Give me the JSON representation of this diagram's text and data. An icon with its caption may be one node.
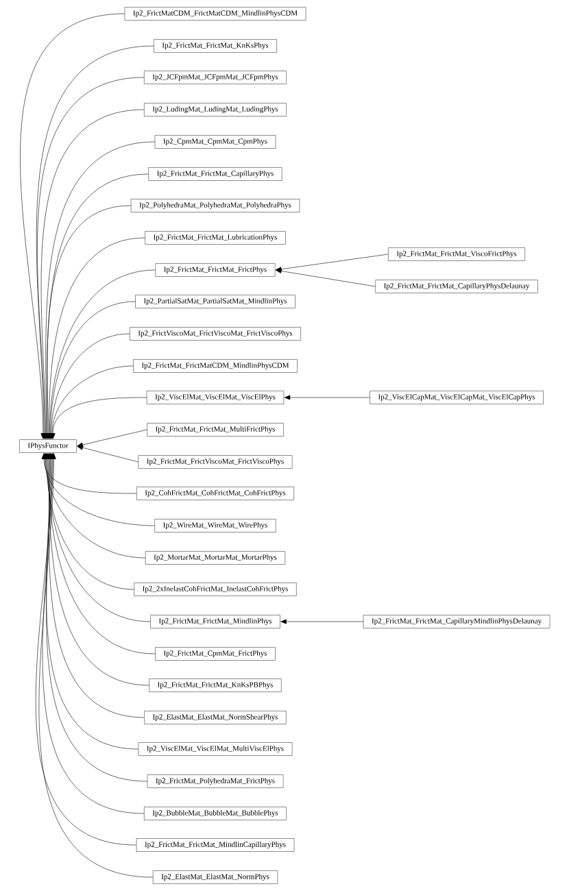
{
  "diagram": {
    "nodes": [
      {
        "text": [
          "IPhysFunctor"
        ]
      },
      {
        "text": [
          "Ip2_FrictMatCDM_FrictMatCDM_MindlinPhysCDM"
        ]
      },
      {
        "text": [
          "Ip2_FrictMat_FrictMat_KnKsPhys"
        ]
      },
      {
        "text": [
          "Ip2_JCFpmMat_JCFpmMat_JCFpmPhys"
        ]
      },
      {
        "text": [
          "Ip2_LudingMat_LudingMat_LudingPhys"
        ]
      },
      {
        "text": [
          "Ip2_CpmMat_CpmMat_CpmPhys"
        ]
      },
      {
        "text": [
          "Ip2_FrictMat_FrictMat_CapillaryPhys"
        ]
      },
      {
        "text": [
          "Ip2_PolyhedraMat_PolyhedraMat_PolyhedraPhys"
        ]
      },
      {
        "text": [
          "Ip2_FrictMat_FrictMat_LubricationPhys"
        ]
      },
      {
        "text": [
          "Ip2_FrictMat_FrictMat_FrictPhys"
        ]
      },
      {
        "text": [
          "Ip2_PartialSatMat_PartialSatMat_MindlinPhys"
        ]
      },
      {
        "text": [
          "Ip2_FrictViscoMat_FrictViscoMat_FrictViscoPhys"
        ]
      },
      {
        "text": [
          "Ip2_FrictMat_FrictMatCDM_MindlinPhysCDM"
        ]
      },
      {
        "text": [
          "Ip2_ViscElMat_ViscElMat_ViscElPhys"
        ]
      },
      {
        "text": [
          "Ip2_FrictMat_FrictMat_MultiFrictPhys"
        ]
      },
      {
        "text": [
          "Ip2_FrictMat_FrictViscoMat_FrictViscoPhys"
        ]
      },
      {
        "text": [
          "Ip2_CohFrictMat_CohFrictMat_CohFrictPhys"
        ]
      },
      {
        "text": [
          "Ip2_WireMat_WireMat_WirePhys"
        ]
      },
      {
        "text": [
          "Ip2_MortarMat_MortarMat_MortarPhys"
        ]
      },
      {
        "text": [
          "Ip2_2xInelastCohFrictMat_InelastCohFrictPhys"
        ]
      },
      {
        "text": [
          "Ip2_FrictMat_FrictMat_MindlinPhys"
        ]
      },
      {
        "text": [
          "Ip2_FrictMat_CpmMat_FrictPhys"
        ]
      },
      {
        "text": [
          "Ip2_FrictMat_FrictMat_KnKsPBPhys"
        ]
      },
      {
        "text": [
          "Ip2_ElastMat_ElastMat_NormShearPhys"
        ]
      },
      {
        "text": [
          "Ip2_ViscElMat_ViscElMat_MultiViscElPhys"
        ]
      },
      {
        "text": [
          "Ip2_FrictMat_PolyhedraMat_FrictPhys"
        ]
      },
      {
        "text": [
          "Ip2_BubbleMat_BubbleMat_BubblePhys"
        ]
      },
      {
        "text": [
          "Ip2_FrictMat_FrictMat_MindlinCapillaryPhys"
        ]
      },
      {
        "text": [
          "Ip2_ElastMat_ElastMat_NormPhys"
        ]
      },
      {
        "text": [
          "Ip2_FrictMat_FrictMat_ViscoFrictPhys"
        ]
      },
      {
        "text": [
          "Ip2_FrictMat_FrictMat_CapillaryPhysDelaunay"
        ]
      },
      {
        "text": [
          "Ip2_ViscElCapMat_ViscElCapMat_ViscElCapPhys"
        ]
      },
      {
        "text": [
          "Ip2_FrictMat_FrictMat_CapillaryMindlinPhysDelaunay"
        ]
      }
    ],
    "edges": [
      {
        "from": 1,
        "to": 0,
        "arrow": "to"
      },
      {
        "from": 2,
        "to": 0,
        "arrow": "to"
      },
      {
        "from": 3,
        "to": 0,
        "arrow": "to"
      },
      {
        "from": 4,
        "to": 0,
        "arrow": "to"
      },
      {
        "from": 5,
        "to": 0,
        "arrow": "to"
      },
      {
        "from": 6,
        "to": 0,
        "arrow": "to"
      },
      {
        "from": 7,
        "to": 0,
        "arrow": "to"
      },
      {
        "from": 8,
        "to": 0,
        "arrow": "to"
      },
      {
        "from": 9,
        "to": 0,
        "arrow": "to"
      },
      {
        "from": 10,
        "to": 0,
        "arrow": "to"
      },
      {
        "from": 11,
        "to": 0,
        "arrow": "to"
      },
      {
        "from": 12,
        "to": 0,
        "arrow": "to"
      },
      {
        "from": 13,
        "to": 0,
        "arrow": "to"
      },
      {
        "from": 14,
        "to": 0,
        "arrow": "to"
      },
      {
        "from": 15,
        "to": 0,
        "arrow": "to"
      },
      {
        "from": 16,
        "to": 0,
        "arrow": "to"
      },
      {
        "from": 17,
        "to": 0,
        "arrow": "to"
      },
      {
        "from": 18,
        "to": 0,
        "arrow": "to"
      },
      {
        "from": 19,
        "to": 0,
        "arrow": "to"
      },
      {
        "from": 20,
        "to": 0,
        "arrow": "to"
      },
      {
        "from": 21,
        "to": 0,
        "arrow": "to"
      },
      {
        "from": 22,
        "to": 0,
        "arrow": "to"
      },
      {
        "from": 23,
        "to": 0,
        "arrow": "to"
      },
      {
        "from": 24,
        "to": 0,
        "arrow": "to"
      },
      {
        "from": 25,
        "to": 0,
        "arrow": "to"
      },
      {
        "from": 26,
        "to": 0,
        "arrow": "to"
      },
      {
        "from": 27,
        "to": 0,
        "arrow": "to"
      },
      {
        "from": 28,
        "to": 0,
        "arrow": "to"
      },
      {
        "from": 29,
        "to": 9,
        "arrow": "to"
      },
      {
        "from": 30,
        "to": 9,
        "arrow": "to"
      },
      {
        "from": 31,
        "to": 13,
        "arrow": "to"
      },
      {
        "from": 32,
        "to": 20,
        "arrow": "to"
      }
    ]
  }
}
